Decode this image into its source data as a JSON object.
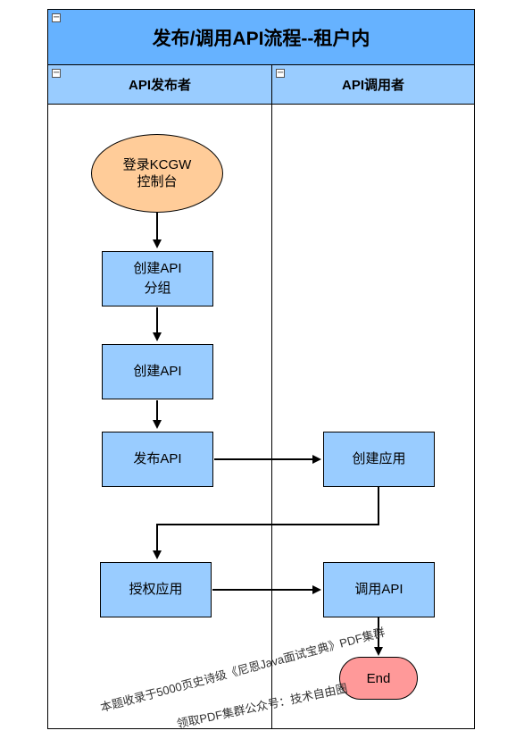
{
  "diagram": {
    "title": "发布/调用API流程--租户内",
    "lanes": [
      {
        "label": "API发布者"
      },
      {
        "label": "API调用者"
      }
    ],
    "nodes": {
      "start": "登录KCGW\n控制台",
      "create_group": "创建API\n分组",
      "create_api": "创建API",
      "publish_api": "发布API",
      "create_app": "创建应用",
      "authorize_app": "授权应用",
      "call_api": "调用API",
      "end": "End"
    },
    "collapse_glyph": "−"
  },
  "watermark": {
    "line1": "本题收录于5000页史诗级《尼恩Java面试宝典》PDF集群",
    "line2": "领取PDF集群公众号：技术自由圈"
  }
}
